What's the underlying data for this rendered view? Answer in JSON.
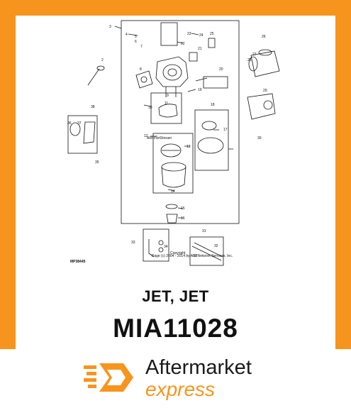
{
  "part": {
    "name": "JET, JET",
    "number": "MIA11028"
  },
  "diagram": {
    "figure_id": "MP38445",
    "copyright_line1": "Copyright",
    "copyright_line2": "Page (c) 2004 - 2014 by ARI Network Services, Inc.",
    "watermark": "ARI PartStream",
    "callouts": [
      "2",
      "3",
      "4",
      "5",
      "6",
      "7",
      "8",
      "9",
      "10",
      "11",
      "12",
      "13",
      "14",
      "15",
      "16",
      "17",
      "18",
      "19",
      "20",
      "21",
      "22",
      "23",
      "24",
      "25",
      "26",
      "27",
      "28",
      "29",
      "30",
      "31",
      "32",
      "33",
      "34",
      "35",
      "36",
      "37",
      "38"
    ]
  },
  "brand": {
    "line1": "Aftermarket",
    "line2": "express",
    "accent_color": "#f7941d"
  }
}
